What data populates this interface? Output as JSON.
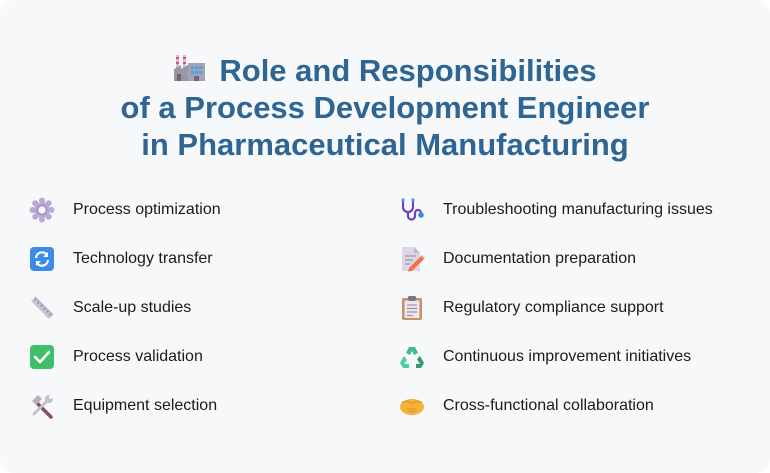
{
  "title": {
    "icon": "factory-icon",
    "line1": "Role and Responsibilities",
    "line2": "of a Process Development Engineer",
    "line3": "in Pharmaceutical Manufacturing"
  },
  "colors": {
    "title": "#2e6592",
    "background": "#f7f8fa",
    "text": "#1b1b1b"
  },
  "left_column": [
    {
      "icon": "gear-icon",
      "label": "Process optimization"
    },
    {
      "icon": "refresh-icon",
      "label": "Technology transfer"
    },
    {
      "icon": "ruler-icon",
      "label": "Scale-up studies"
    },
    {
      "icon": "check-mark-icon",
      "label": "Process validation"
    },
    {
      "icon": "hammer-wrench-icon",
      "label": "Equipment selection"
    }
  ],
  "right_column": [
    {
      "icon": "stethoscope-icon",
      "label": "Troubleshooting manufacturing issues"
    },
    {
      "icon": "memo-icon",
      "label": "Documentation preparation"
    },
    {
      "icon": "clipboard-icon",
      "label": "Regulatory compliance support"
    },
    {
      "icon": "recycle-icon",
      "label": "Continuous improvement initiatives"
    },
    {
      "icon": "handshake-icon",
      "label": "Cross-functional collaboration"
    }
  ]
}
